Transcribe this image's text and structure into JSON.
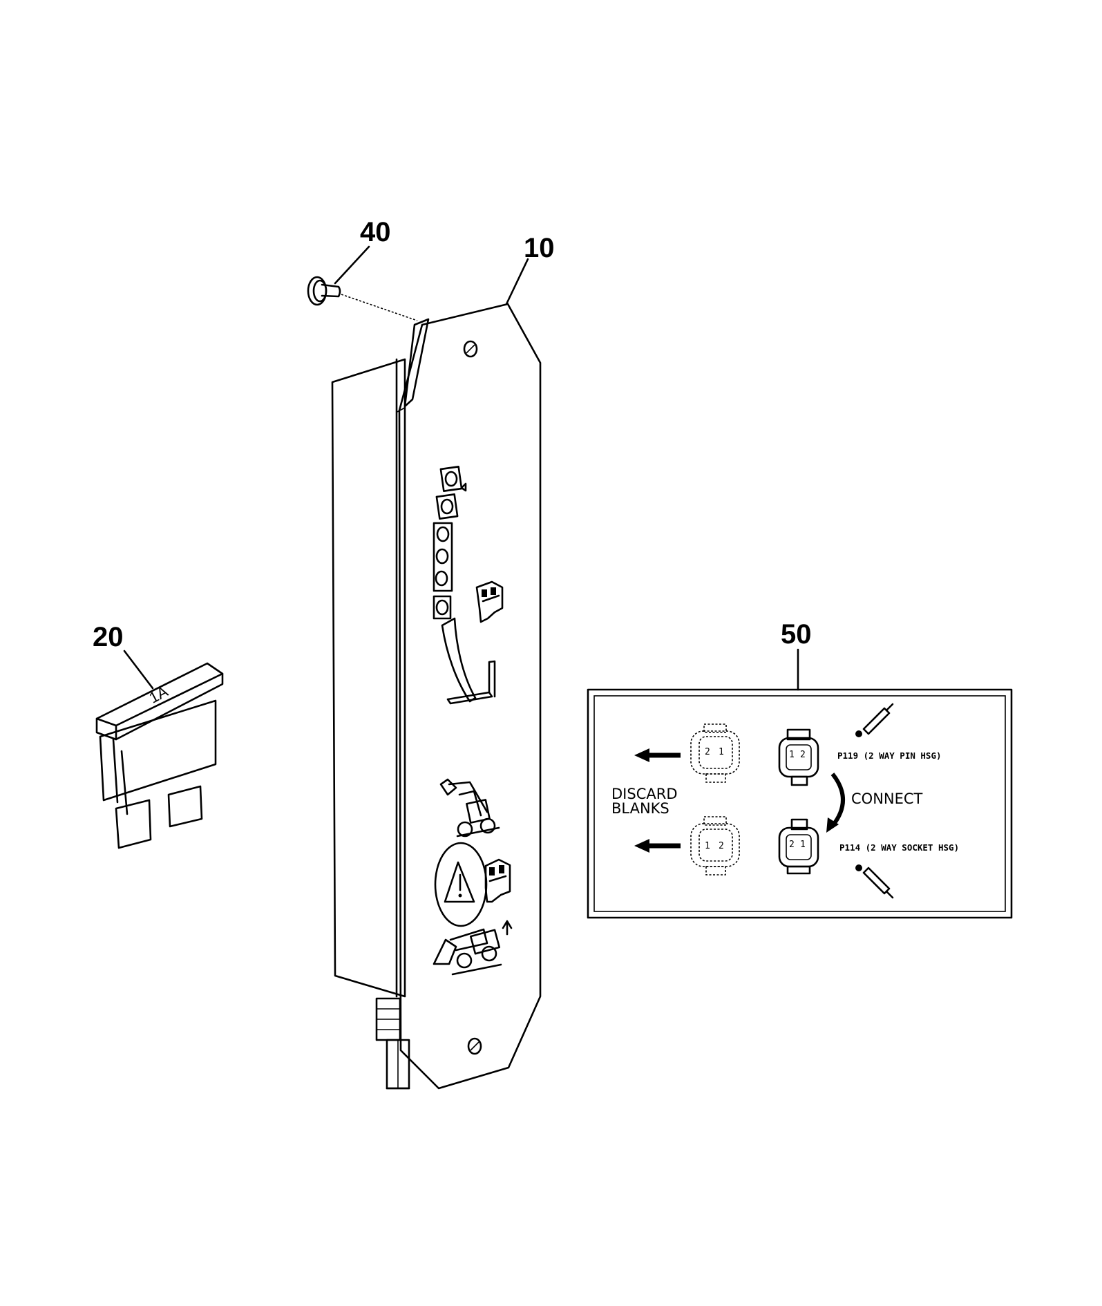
{
  "callouts": {
    "c10": "10",
    "c20": "20",
    "c40": "40",
    "c50": "50"
  },
  "fuse": {
    "rating": "1A"
  },
  "decal": {
    "discard_line1": "DISCARD",
    "discard_line2": "BLANKS",
    "connect": "CONNECT",
    "p119": "P119 (2 WAY PIN HSG)",
    "p114": "P114 (2 WAY SOCKET HSG)",
    "pin_1": "1",
    "pin_2": "2"
  }
}
